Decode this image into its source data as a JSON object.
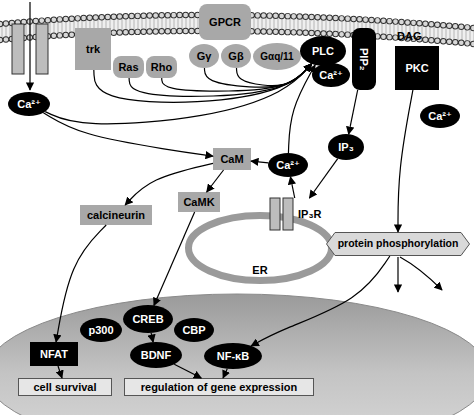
{
  "diagram": {
    "nodes": [
      {
        "text": [
          "trk"
        ]
      },
      {
        "text": [
          "Ras"
        ]
      },
      {
        "text": [
          "Rho"
        ]
      },
      {
        "text": [
          "GPCR"
        ]
      },
      {
        "text": [
          "Gγ"
        ]
      },
      {
        "text": [
          "Gβ"
        ]
      },
      {
        "text": [
          "Gαq/11"
        ]
      },
      {
        "text": [
          "PLC"
        ]
      },
      {
        "text": [
          "Ca²⁺"
        ]
      },
      {
        "text": [
          "PIP₂"
        ]
      },
      {
        "text": [
          "PKC"
        ]
      },
      {
        "text": [
          "Ca²⁺"
        ]
      },
      {
        "text": [
          "Ca²⁺"
        ]
      },
      {
        "text": [
          "CaM"
        ]
      },
      {
        "text": [
          "IP₃"
        ]
      },
      {
        "text": [
          "Ca²⁺"
        ]
      },
      {
        "text": [
          "ER"
        ]
      },
      {
        "text": [
          "IP₃R"
        ]
      },
      {
        "text": [
          "calcineurin"
        ]
      },
      {
        "text": [
          "CaMK"
        ]
      },
      {
        "text": [
          "protein phosphorylation"
        ]
      },
      {
        "text": [
          "p300"
        ]
      },
      {
        "text": [
          "CREB"
        ]
      },
      {
        "text": [
          "CBP"
        ]
      },
      {
        "text": [
          "NFAT"
        ]
      },
      {
        "text": [
          "BDNF"
        ]
      },
      {
        "text": [
          "NF-κB"
        ]
      },
      {
        "text": [
          "cell survival"
        ]
      },
      {
        "text": [
          "regulation of gene expression"
        ]
      }
    ],
    "edges": [
      {
        "from": 0,
        "to": 7,
        "arrow": "to"
      },
      {
        "from": 1,
        "to": 7,
        "arrow": "to"
      },
      {
        "from": 2,
        "to": 7,
        "arrow": "to"
      },
      {
        "from": 4,
        "to": 7,
        "arrow": "to"
      },
      {
        "from": 5,
        "to": 7,
        "arrow": "to"
      },
      {
        "from": 12,
        "to": 7,
        "arrow": "to"
      },
      {
        "from": 12,
        "to": 13,
        "arrow": "to"
      },
      {
        "from": 15,
        "to": 7,
        "arrow": "to"
      },
      {
        "from": 15,
        "to": 13,
        "arrow": "to"
      },
      {
        "from": 9,
        "to": 14,
        "arrow": "to"
      },
      {
        "from": 14,
        "to": 17,
        "arrow": "to"
      },
      {
        "from": 17,
        "to": 15,
        "arrow": "to"
      },
      {
        "from": 13,
        "to": 18,
        "arrow": "to"
      },
      {
        "from": 13,
        "to": 19,
        "arrow": "to"
      },
      {
        "from": 10,
        "to": 20,
        "arrow": "to"
      },
      {
        "from": 20,
        "to": 26,
        "arrow": "to"
      },
      {
        "from": 18,
        "to": 24,
        "arrow": "to"
      },
      {
        "from": 19,
        "to": 22,
        "arrow": "to"
      },
      {
        "from": 22,
        "to": 25,
        "arrow": "to"
      },
      {
        "from": 24,
        "to": 27,
        "arrow": "to"
      },
      {
        "from": 25,
        "to": 28,
        "arrow": "to"
      },
      {
        "from": 26,
        "to": 28,
        "arrow": "to"
      }
    ],
    "labels": [
      "DAG"
    ]
  }
}
